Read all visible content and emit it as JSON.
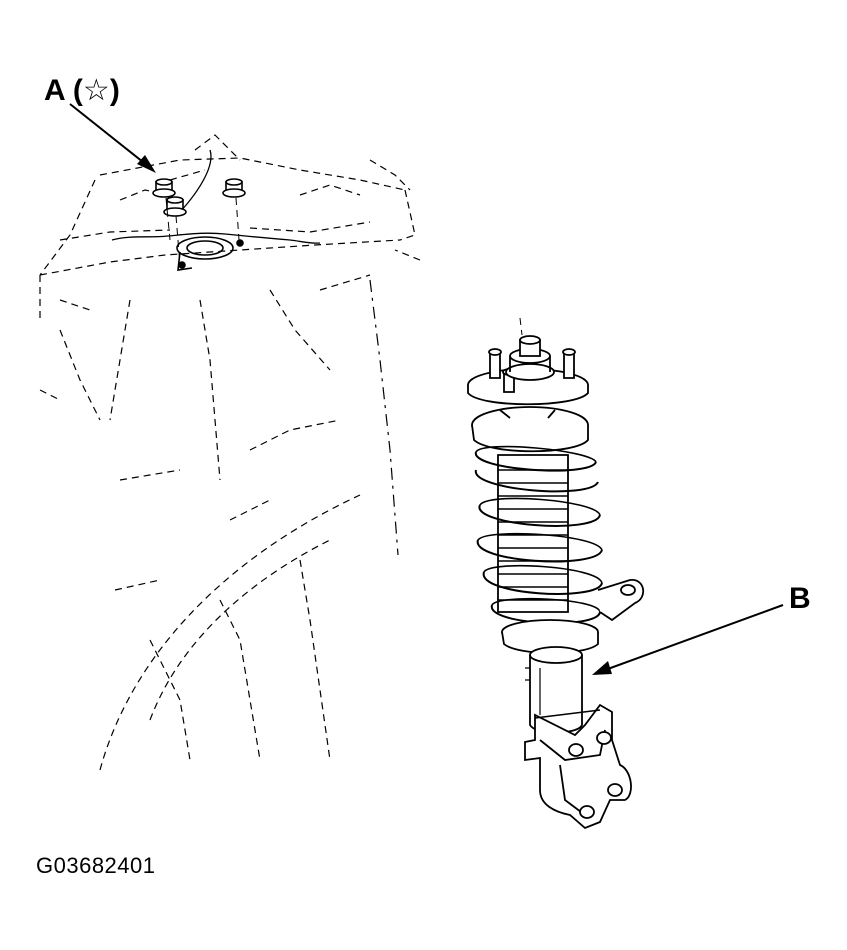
{
  "callouts": {
    "a": {
      "letter": "A",
      "open_paren": "(",
      "symbol": "☆",
      "close_paren": ")"
    },
    "b": {
      "letter": "B"
    }
  },
  "figure_id": "G03682401",
  "colors": {
    "ink": "#000000",
    "background": "#ffffff"
  }
}
